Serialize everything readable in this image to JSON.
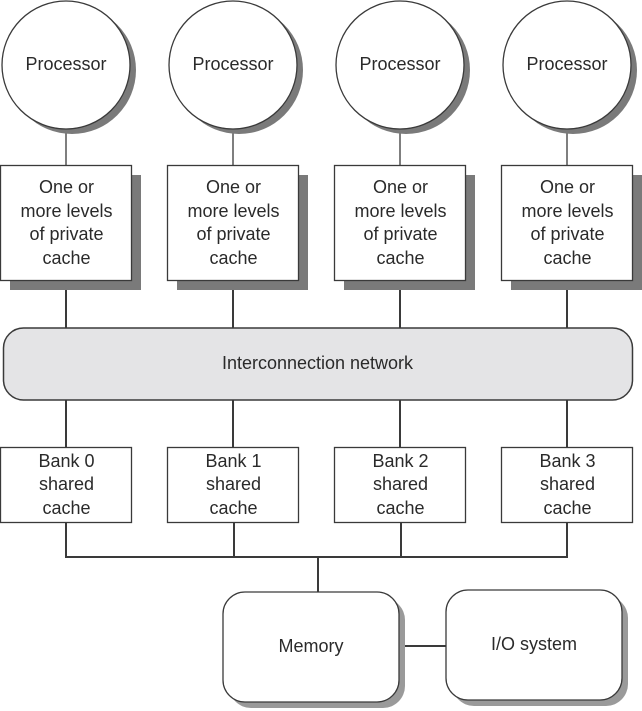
{
  "diagram": {
    "processors": [
      {
        "label": "Processor"
      },
      {
        "label": "Processor"
      },
      {
        "label": "Processor"
      },
      {
        "label": "Processor"
      }
    ],
    "private_caches": [
      {
        "lines": [
          "One or",
          "more levels",
          "of private",
          "cache"
        ]
      },
      {
        "lines": [
          "One or",
          "more levels",
          "of private",
          "cache"
        ]
      },
      {
        "lines": [
          "One or",
          "more levels",
          "of private",
          "cache"
        ]
      },
      {
        "lines": [
          "One or",
          "more levels",
          "of private",
          "cache"
        ]
      }
    ],
    "interconnect": {
      "label": "Interconnection network"
    },
    "banks": [
      {
        "lines": [
          "Bank 0",
          "shared",
          "cache"
        ]
      },
      {
        "lines": [
          "Bank 1",
          "shared",
          "cache"
        ]
      },
      {
        "lines": [
          "Bank 2",
          "shared",
          "cache"
        ]
      },
      {
        "lines": [
          "Bank 3",
          "shared",
          "cache"
        ]
      }
    ],
    "memory": {
      "label": "Memory"
    },
    "io": {
      "label": "I/O system"
    },
    "colors": {
      "stroke": "#3a3a3a",
      "shadow": "#7a7a7a",
      "interconnect_fill": "#e4e4e6",
      "box_fill": "#ffffff"
    }
  }
}
